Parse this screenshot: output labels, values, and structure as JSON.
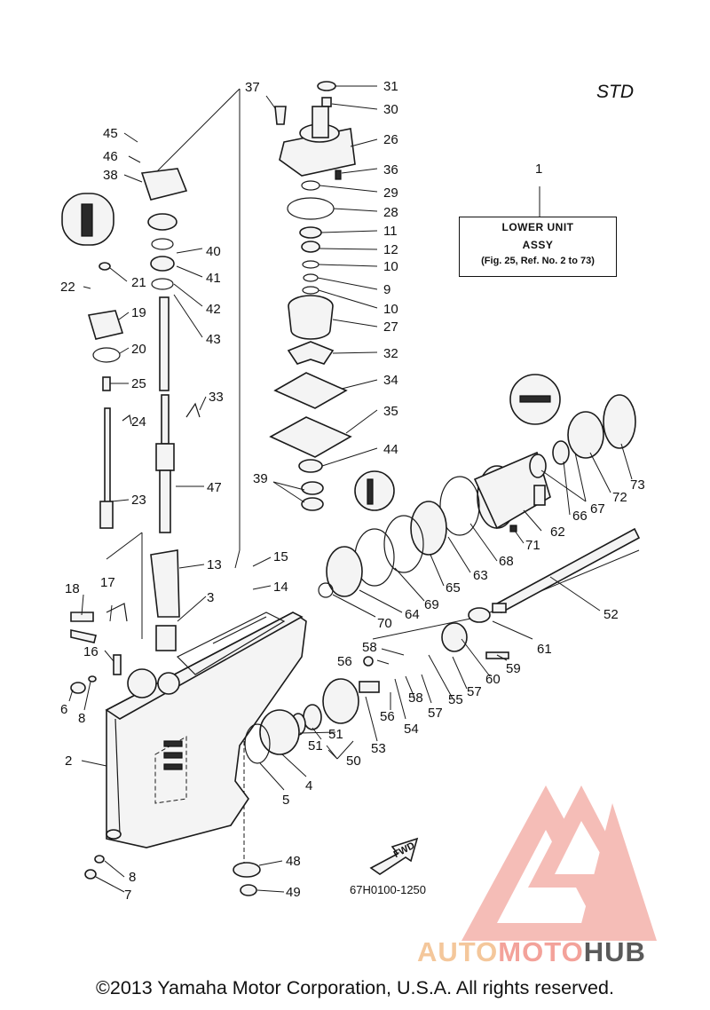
{
  "header": {
    "variant_label": "STD"
  },
  "assembly_box": {
    "number": "1",
    "line1": "LOWER UNIT",
    "line2": "ASSY",
    "line3": "(Fig. 25, Ref. No. 2 to 73)"
  },
  "fwd_label": "FWD",
  "drawing_number": "67H0100-1250",
  "watermark": {
    "part1": "AUTO",
    "part2": "MOTO",
    "part3": "HUB",
    "colors": [
      "#f4c79b",
      "#f3a29a",
      "#5a5a5a"
    ]
  },
  "copyright": "©2013 Yamaha Motor Corporation, U.S.A. All rights reserved.",
  "callouts": [
    "31",
    "30",
    "37",
    "26",
    "36",
    "45",
    "46",
    "38",
    "29",
    "28",
    "11",
    "12",
    "10",
    "9",
    "10",
    "27",
    "40",
    "41",
    "42",
    "43",
    "22",
    "21",
    "19",
    "20",
    "25",
    "32",
    "34",
    "33",
    "24",
    "35",
    "44",
    "39",
    "47",
    "23",
    "13",
    "15",
    "14",
    "3",
    "18",
    "17",
    "16",
    "6",
    "8",
    "2",
    "5",
    "4",
    "51",
    "51",
    "50",
    "53",
    "54",
    "56",
    "56",
    "58",
    "58",
    "57",
    "57",
    "55",
    "60",
    "59",
    "61",
    "52",
    "64",
    "69",
    "70",
    "65",
    "63",
    "68",
    "62",
    "71",
    "66",
    "67",
    "72",
    "73",
    "48",
    "8",
    "7",
    "49",
    "1"
  ]
}
